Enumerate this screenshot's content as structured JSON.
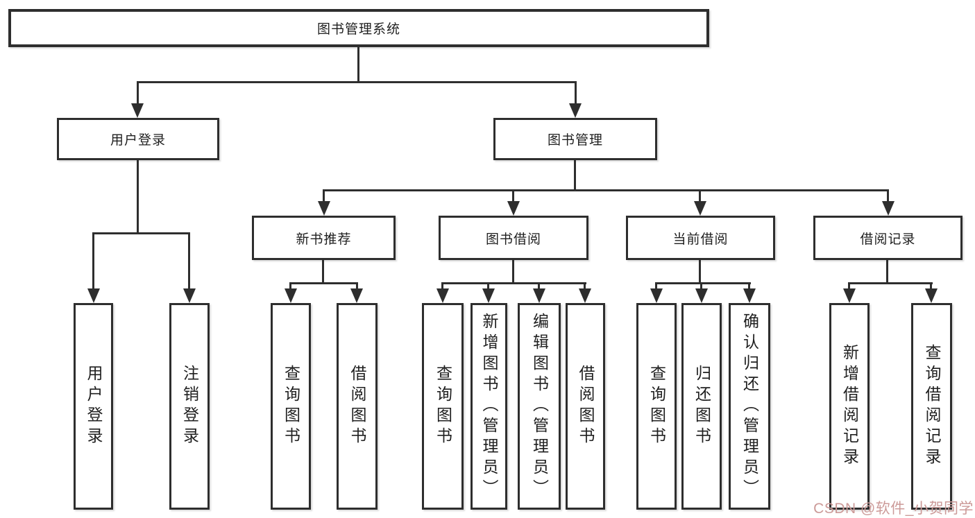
{
  "diagram": {
    "type": "hierarchy-chart",
    "colors": {
      "background": "#ffffff",
      "line": "#2e2e2e",
      "box_border": "#2e2e2e",
      "text": "#1f1f1f",
      "watermark": "#cc9a98"
    },
    "tree": {
      "root": {
        "label": "图书管理系统"
      },
      "children": [
        {
          "label": "用户登录",
          "children": [
            {
              "label": "用户登录"
            },
            {
              "label": "注销登录"
            }
          ]
        },
        {
          "label": "图书管理",
          "children": [
            {
              "label": "新书推荐",
              "children": [
                {
                  "label": "查询图书"
                },
                {
                  "label": "借阅图书"
                }
              ]
            },
            {
              "label": "图书借阅",
              "children": [
                {
                  "label": "查询图书"
                },
                {
                  "label": "新增图书（管理员）"
                },
                {
                  "label": "编辑图书（管理员）"
                },
                {
                  "label": "借阅图书"
                }
              ]
            },
            {
              "label": "当前借阅",
              "children": [
                {
                  "label": "查询图书"
                },
                {
                  "label": "归还图书"
                },
                {
                  "label": "确认归还（管理员）"
                }
              ]
            },
            {
              "label": "借阅记录",
              "children": [
                {
                  "label": "新增借阅记录"
                },
                {
                  "label": "查询借阅记录"
                }
              ]
            }
          ]
        }
      ]
    },
    "watermark": {
      "text": "CSDN @软件_小贺同学"
    }
  }
}
